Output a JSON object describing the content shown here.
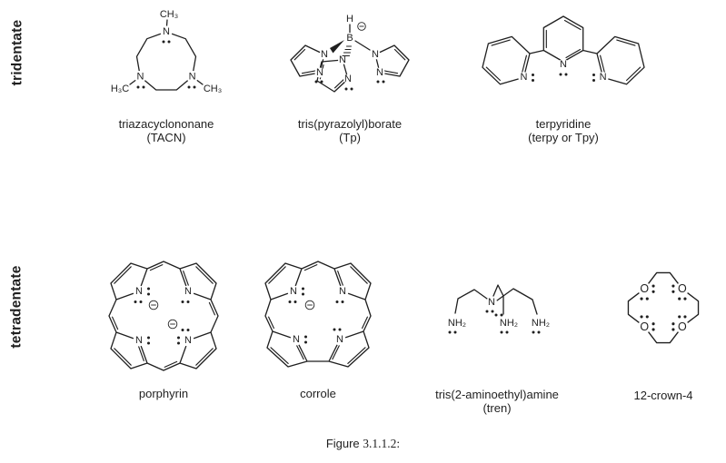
{
  "page": {
    "background": "#ffffff",
    "ink": "#1f1f1f"
  },
  "rows": [
    {
      "label": "tridentate"
    },
    {
      "label": "tetradentate"
    }
  ],
  "structures": {
    "tacn": {
      "name": "triazacyclononane",
      "abbr": "(TACN)"
    },
    "tp": {
      "name": "tris(pyrazolyl)borate",
      "abbr": "(Tp)"
    },
    "terpy": {
      "name": "terpyridine",
      "abbr": "(terpy or Tpy)"
    },
    "porphyrin": {
      "name": "porphyrin",
      "abbr": ""
    },
    "corrole": {
      "name": "corrole",
      "abbr": ""
    },
    "tren": {
      "name": "tris(2-aminoethyl)amine",
      "abbr": "(tren)"
    },
    "crown": {
      "name": "12-crown-4",
      "abbr": ""
    }
  },
  "atoms": {
    "N": "N",
    "O": "O",
    "B": "B",
    "H": "H",
    "CH3": "CH₃",
    "H3C": "H₃C",
    "NH2": "NH₂"
  },
  "caption": {
    "prefix": "Figure",
    "number": "3.1.1.2:"
  }
}
